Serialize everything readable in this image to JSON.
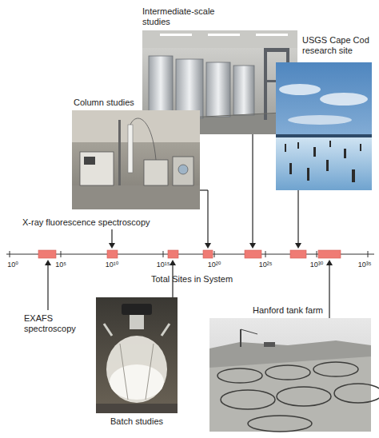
{
  "diagram": {
    "labels": [
      "Intermediate-scale studies",
      "USGS Cape Cod research site",
      "Column studies",
      "X-ray fluorescence spectroscopy",
      "10⁰",
      "10⁵",
      "10¹⁰",
      "10¹⁵",
      "10²⁰",
      "10²⁵",
      "10³⁰",
      "10³⁵",
      "Total Sites in System",
      "EXAFS spectroscopy",
      "Hanford tank farm",
      "Batch studies"
    ]
  }
}
